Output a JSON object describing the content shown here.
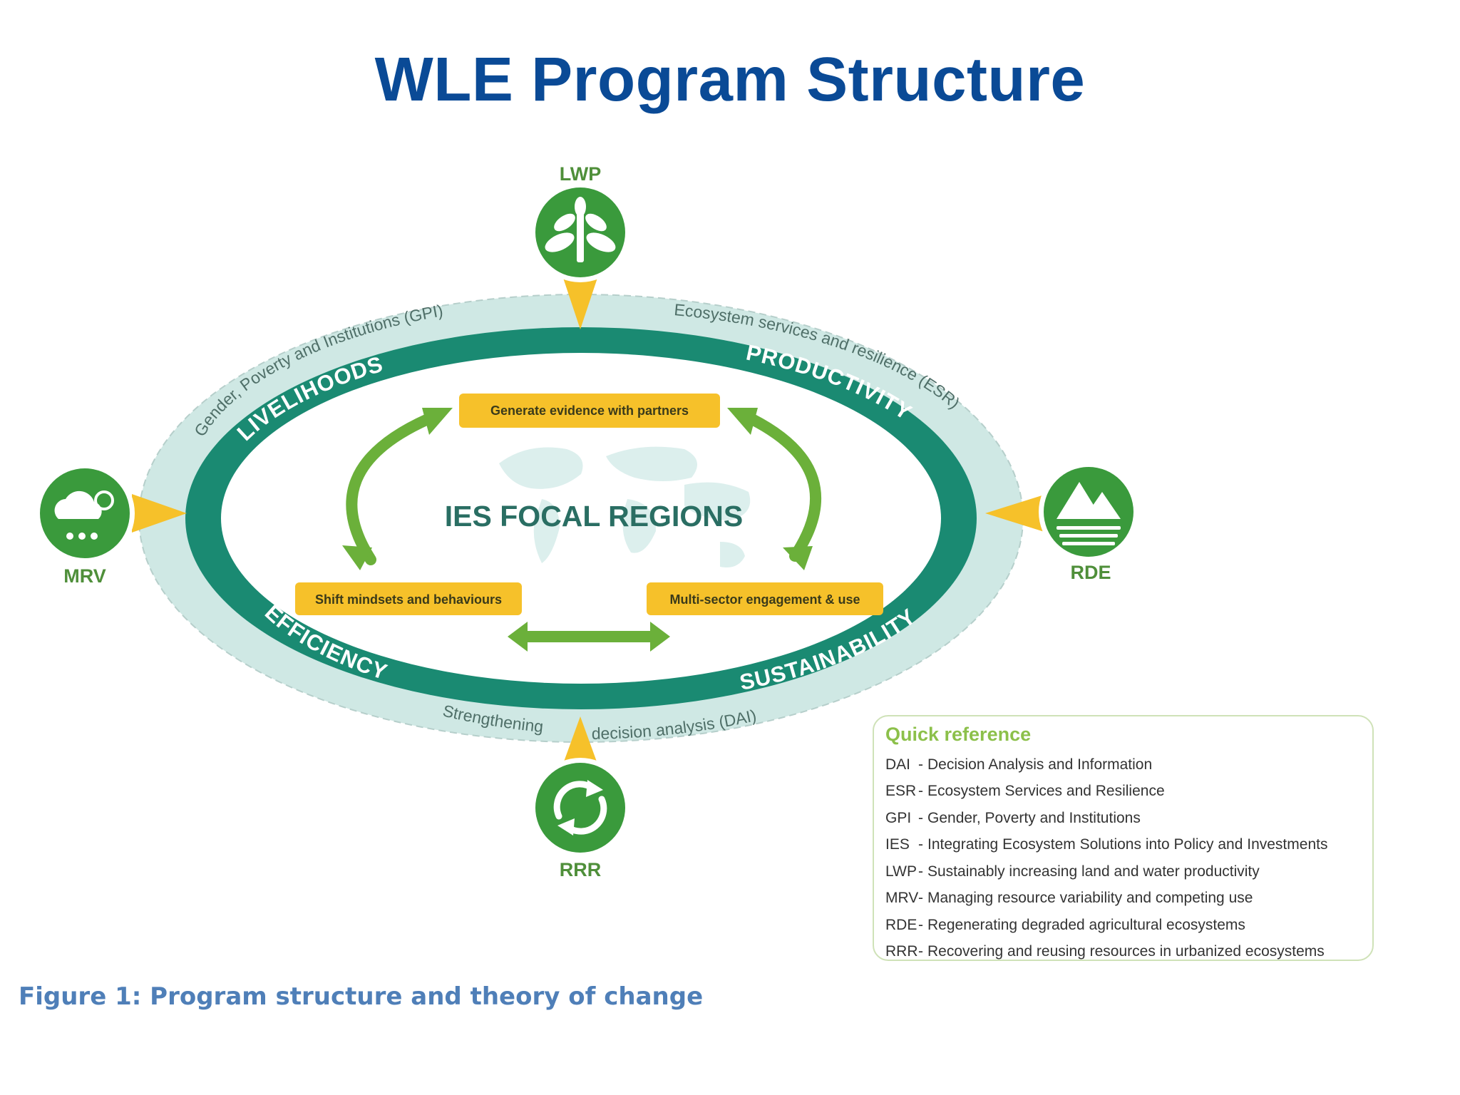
{
  "title": "WLE Program Structure",
  "center_label": "IES FOCAL REGIONS",
  "pillars": {
    "livelihoods": "LIVELIHOODS",
    "productivity": "PRODUCTIVITY",
    "efficiency": "EFFICIENCY",
    "sustainability": "SUSTAINABILITY"
  },
  "outer_ring": {
    "gpi": "Gender, Poverty and Institutions (GPI)",
    "esr": "Ecosystem services and resilience (ESR)",
    "strengthening": "Strengthening",
    "dai": "decision analysis (DAI)"
  },
  "cycle_steps": {
    "evidence": "Generate evidence with partners",
    "engagement": "Multi-sector engagement & use",
    "mindsets": "Shift mindsets and behaviours"
  },
  "markers": {
    "lwp": {
      "label": "LWP",
      "icon": "tree-icon"
    },
    "mrv": {
      "label": "MRV",
      "icon": "weather-cloud-icon"
    },
    "rde": {
      "label": "RDE",
      "icon": "mountain-water-icon"
    },
    "rrr": {
      "label": "RRR",
      "icon": "recycle-icon"
    }
  },
  "quick_reference": {
    "title": "Quick reference",
    "items": [
      {
        "abbr": "DAI",
        "desc": "Decision Analysis and Information"
      },
      {
        "abbr": "ESR",
        "desc": "Ecosystem Services and Resilience"
      },
      {
        "abbr": "GPI",
        "desc": "Gender, Poverty and Institutions"
      },
      {
        "abbr": "IES",
        "desc": "Integrating Ecosystem Solutions into Policy and Investments"
      },
      {
        "abbr": "LWP",
        "desc": "Sustainably increasing land and water productivity"
      },
      {
        "abbr": "MRV",
        "desc": "Managing resource variability and competing use"
      },
      {
        "abbr": "RDE",
        "desc": "Regenerating degraded agricultural ecosystems"
      },
      {
        "abbr": "RRR",
        "desc": "Recovering and reusing resources in urbanized ecosystems"
      }
    ]
  },
  "caption": "Figure 1: Program structure and theory of change",
  "colors": {
    "title_blue": "#0a4a96",
    "teal": "#1a8a72",
    "light_teal": "#cfe8e4",
    "green": "#3a9a3c",
    "yellow": "#f6c12a",
    "arrow_green": "#6bb03a",
    "caption_blue": "#4f7fb8"
  }
}
